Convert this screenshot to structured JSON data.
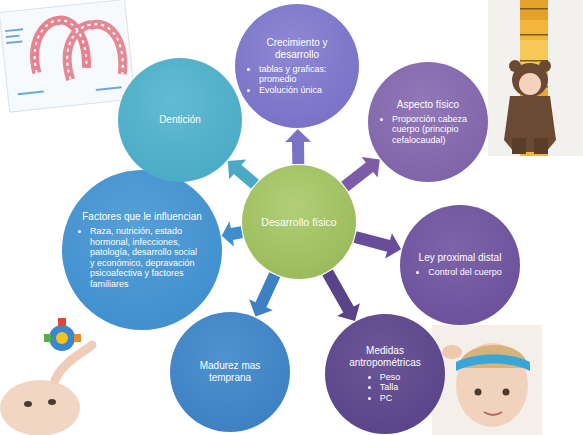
{
  "diagram": {
    "nodes": [
      {
        "text": [
          "Desarrollo físico"
        ]
      },
      {
        "text": [
          "Crecimiento y desarrollo",
          "tablas y graficas: promedio",
          "Evolución única"
        ]
      },
      {
        "text": [
          "Aspecto físico",
          "Proporción cabeza cuerpo (principio cefalocaudal)"
        ]
      },
      {
        "text": [
          "Ley proximal distal",
          "Control del cuerpo"
        ]
      },
      {
        "text": [
          "Medidas antropométricas",
          "Peso",
          "Talla",
          "PC"
        ]
      },
      {
        "text": [
          "Madurez mas temprana"
        ]
      },
      {
        "text": [
          "Factores que le influencian",
          "Raza, nutrición, estado hormonal, infecciones, patología, desarrollo social y económico, depravación psicoafectiva y factores familiares"
        ]
      },
      {
        "text": [
          "Dentición"
        ]
      }
    ],
    "edges": [
      {
        "from": 0,
        "to": 1,
        "arrow": "to"
      },
      {
        "from": 0,
        "to": 2,
        "arrow": "to"
      },
      {
        "from": 0,
        "to": 3,
        "arrow": "to"
      },
      {
        "from": 0,
        "to": 4,
        "arrow": "to"
      },
      {
        "from": 0,
        "to": 5,
        "arrow": "to"
      },
      {
        "from": 0,
        "to": 6,
        "arrow": "to"
      },
      {
        "from": 0,
        "to": 7,
        "arrow": "to"
      }
    ]
  }
}
